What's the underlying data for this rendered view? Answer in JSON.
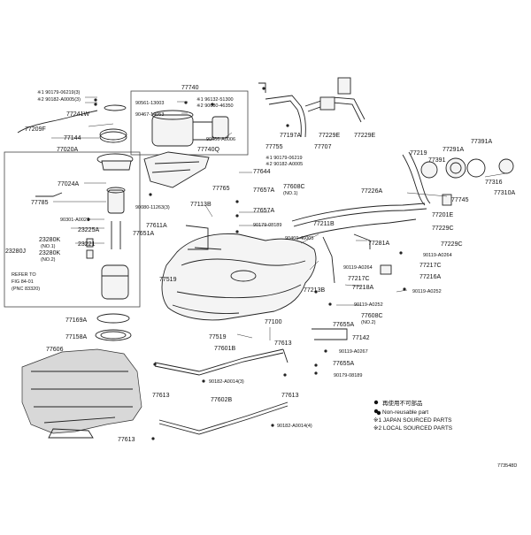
{
  "diagram_id": "773548D",
  "legend": {
    "non_reusable_jp": "再使用不可部品",
    "non_reusable": "Non-reusable part",
    "japan_sourced": "※1 JAPAN SOURCED PARTS",
    "local_sourced": "※2 LOCAL SOURCED PARTS"
  },
  "refer": {
    "line1": "REFER TO",
    "line2": "FIG 84-01",
    "line3": "(PNC 83320)"
  },
  "labels": {
    "l_190179_06219_3": "※1 90179-06219(3)",
    "l_90182_A0005_3": "※2 90182-A0005(3)",
    "l_77241W": "77241W",
    "l_77209F": "77209F",
    "l_77144": "77144",
    "l_77020A": "77020A",
    "l_77740": "77740",
    "l_90561_13003": "90561-13003",
    "l_96132_51300": "※1 96132-51300",
    "l_90080_46350": "※2 90080-46350",
    "l_90467_14053": "90467-14053",
    "l_90466_A0006": "90466-A0006",
    "l_77740Q": "77740Q",
    "l_77755": "77755",
    "l_77197A": "77197A",
    "l_77229E_1": "77229E",
    "l_77229E_2": "77229E",
    "l_77707": "77707",
    "l_190179_06219": "※1 90179-06219",
    "l_90182_A0005": "※2 90182-A0005",
    "l_77024A": "77024A",
    "l_77785": "77785",
    "l_90301_A0021": "90301-A0021",
    "l_23225A": "23225A",
    "l_23280J": "23280J",
    "l_23280K_1": "23280K",
    "l_no1": "(NO.1)",
    "l_23280K_2": "23280K",
    "l_no2": "(NO.2)",
    "l_23221": "23221",
    "l_77169A": "77169A",
    "l_77158A": "77158A",
    "l_77644": "77644",
    "l_77765": "77765",
    "l_77608C_1": "77608C",
    "l_no1b": "(NO.1)",
    "l_77657A_1": "77657A",
    "l_77657A_2": "77657A",
    "l_90179_08189_1": "90179-08189",
    "l_90080_11263": "90080-11263(3)",
    "l_77113B": "77113B",
    "l_77611A": "77611A",
    "l_77651A": "77651A",
    "l_77519_1": "77519",
    "l_77519_2": "77519",
    "l_77211B": "77211B",
    "l_90460_46005": "90460-46005",
    "l_77226A": "77226A",
    "l_77201E": "77201E",
    "l_77281A": "77281A",
    "l_77229C_1": "77229C",
    "l_77229C_2": "77229C",
    "l_90119_A0264_1": "90119-A0264",
    "l_90119_A0264_2": "90119-A0264",
    "l_77217C_1": "77217C",
    "l_77217C_2": "77217C",
    "l_77218A": "77218A",
    "l_77216A": "77216A",
    "l_77213B": "77213B",
    "l_90119_A0252_1": "90119-A0252",
    "l_90119_A0252_2": "90119-A0252",
    "l_77608C_2": "77608C",
    "l_no2b": "(NO.2)",
    "l_77655A_1": "77655A",
    "l_77655A_2": "77655A",
    "l_77142": "77142",
    "l_90119_A0267": "90119-A0267",
    "l_90179_08189_2": "90179-08189",
    "l_77100": "77100",
    "l_77613_1": "77613",
    "l_77613_2": "77613",
    "l_77613_3": "77613",
    "l_77613_4": "77613",
    "l_77601B": "77601B",
    "l_77602B": "77602B",
    "l_90182_A0014_3": "90182-A0014(3)",
    "l_90182_A0014_4": "90182-A0014(4)",
    "l_77606": "77606",
    "l_77219": "77219",
    "l_77291A": "77291A",
    "l_77391A": "77391A",
    "l_77391": "77391",
    "l_77316": "77316",
    "l_77310A": "77310A",
    "l_77745": "77745"
  }
}
